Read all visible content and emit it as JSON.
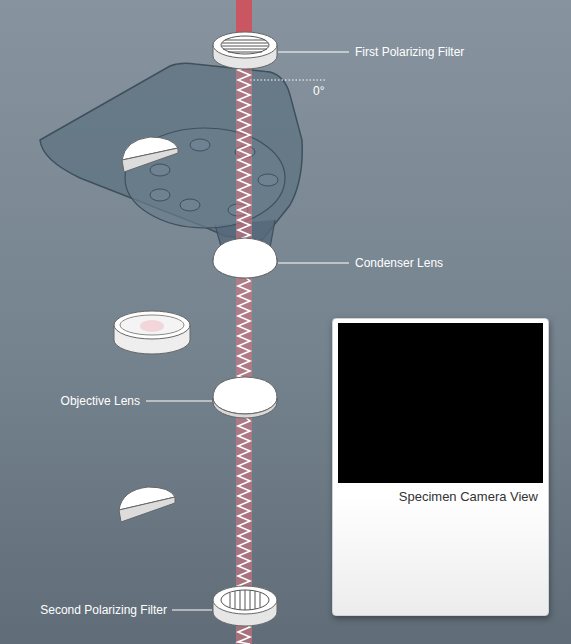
{
  "diagram": {
    "nodes": [
      {
        "text": [
          "Specimen Camera View"
        ]
      }
    ],
    "labels": [
      "First Polarizing Filter",
      "0°",
      "Condenser Lens",
      "Objective Lens",
      "Second Polarizing Filter"
    ]
  }
}
